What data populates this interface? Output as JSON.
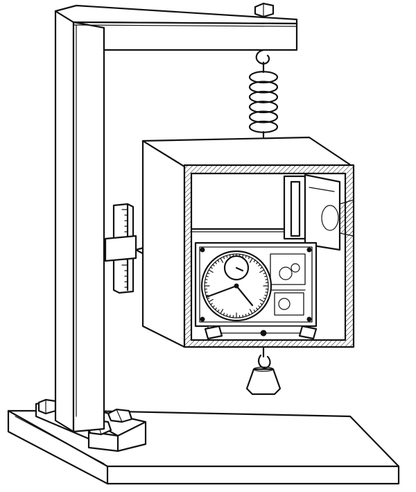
{
  "figure": {
    "description_free": true,
    "palette": {
      "ink": "#111111",
      "paper": "#ffffff"
    },
    "dial": {
      "ticks": 60,
      "major_every": 5
    },
    "scale": {
      "ticks": 14
    },
    "spring": {
      "coils": 6
    }
  }
}
